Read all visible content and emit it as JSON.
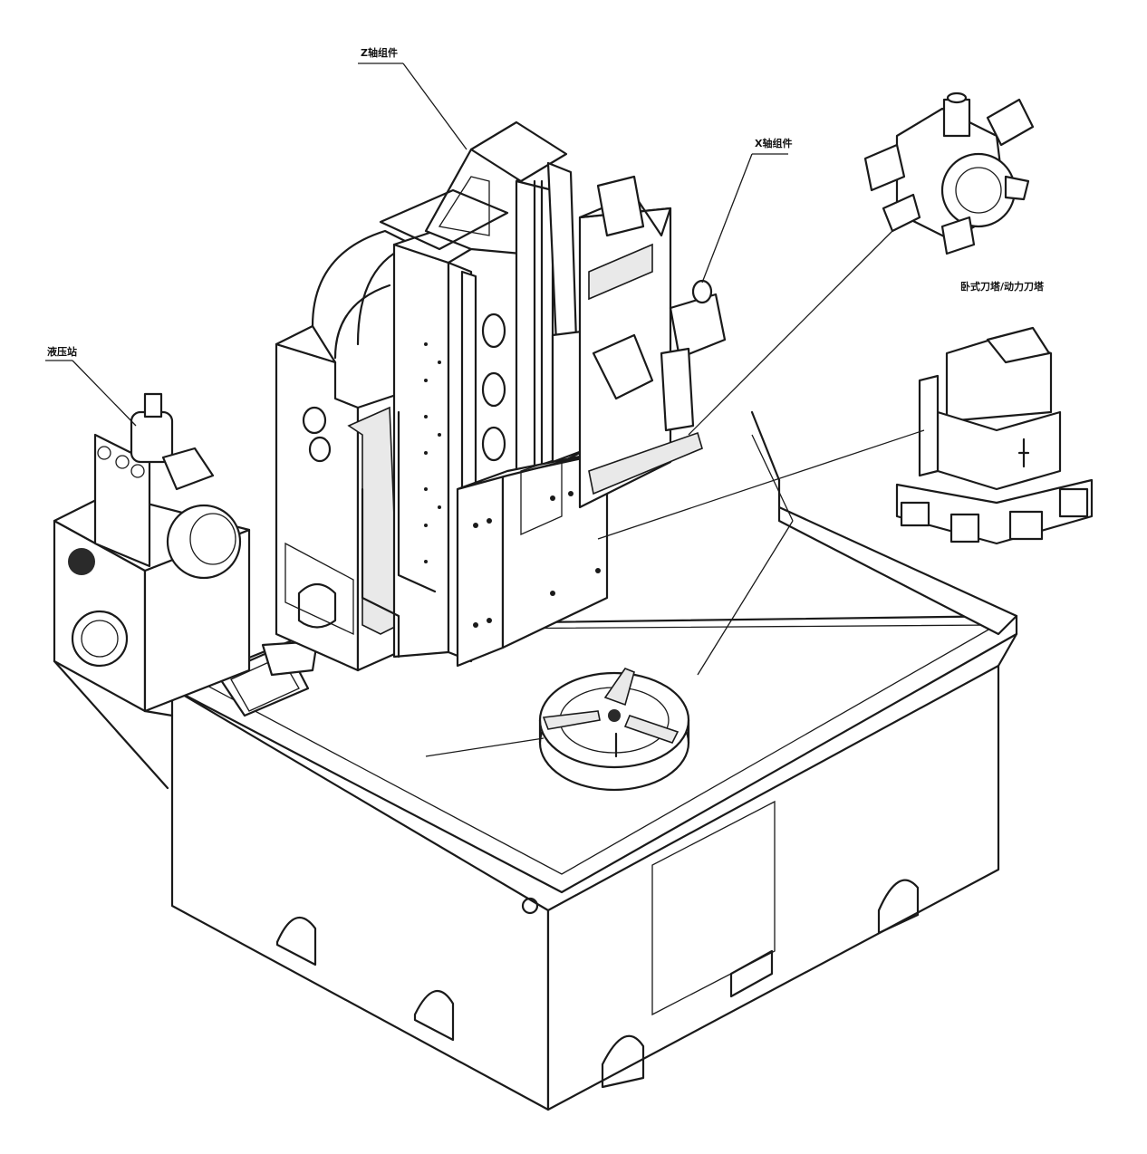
{
  "labels": {
    "z_axis": "Z轴组件",
    "x_axis": "X轴组件",
    "hydraulic": "液压站",
    "turret": "卧式刀塔/动力刀塔",
    "spindle_head": "",
    "chuck": ""
  }
}
